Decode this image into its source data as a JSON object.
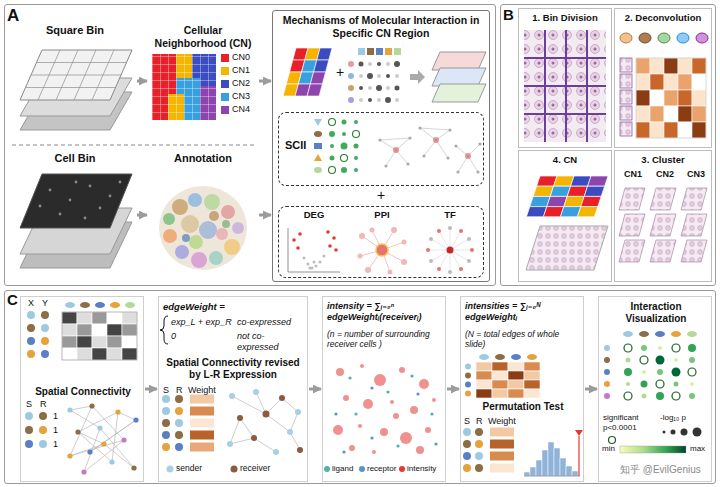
{
  "diagram": {
    "nodes": [
      {
        "text": [
          "A"
        ]
      },
      {
        "text": [
          "Square Bin"
        ],
        "in": 0
      },
      {
        "text": [
          "Cellular Neighborhood (CN)"
        ],
        "in": 0
      },
      {
        "text": [
          "Cell Bin"
        ],
        "in": 0
      },
      {
        "text": [
          "Annotation"
        ],
        "in": 0
      },
      {
        "text": [
          "Mechanisms of Molecular Interaction in Specific CN Region"
        ],
        "in": 0
      },
      {
        "text": [
          "SCII"
        ],
        "in": 5
      },
      {
        "text": [
          "DEG",
          "PPI",
          "TF"
        ],
        "in": 5
      },
      {
        "text": [
          "B"
        ]
      },
      {
        "text": [
          "1. Bin Division"
        ],
        "in": 8
      },
      {
        "text": [
          "2. Deconvolution"
        ],
        "in": 8
      },
      {
        "text": [
          "4. CN"
        ],
        "in": 8
      },
      {
        "text": [
          "3. Cluster",
          "CN1",
          "CN2",
          "CN3"
        ],
        "in": 8
      },
      {
        "text": [
          "C"
        ]
      },
      {
        "text": [
          "Spatial Connectivity"
        ],
        "in": 13
      },
      {
        "text": [
          "edgeWeight =",
          "exp_L + exp_R",
          "co-expressed",
          "0",
          "not co-expressed",
          "Spatial Connectivity revised by L-R Expression"
        ],
        "in": 13
      },
      {
        "text": [
          "intensity = ∑ᵢ₌₀ⁿ edgeWeightᵢ(receiverᵢ)",
          "(n = number of surrounding receiver cells )"
        ],
        "in": 13
      },
      {
        "text": [
          "intensities = ∑ᵢ₌₀ᴺ edgeWeightᵢ",
          "(N = total edges of whole slide)",
          "Permutation Test"
        ],
        "in": 13
      },
      {
        "text": [
          "Interaction Visualization"
        ],
        "in": 13
      }
    ],
    "edges": [
      {
        "from": 1,
        "to": 2,
        "arrow": "to"
      },
      {
        "from": 3,
        "to": 4,
        "arrow": "to"
      },
      {
        "from": 2,
        "to": 5,
        "arrow": "to"
      },
      {
        "from": 4,
        "to": 5,
        "arrow": "to"
      },
      {
        "from": 14,
        "to": 15,
        "arrow": "to"
      },
      {
        "from": 15,
        "to": 16,
        "arrow": "to"
      },
      {
        "from": 16,
        "to": 17,
        "arrow": "to"
      },
      {
        "from": 17,
        "to": 18,
        "arrow": "to"
      }
    ],
    "labels": [
      "+",
      "+",
      "X",
      "Y",
      "S",
      "R",
      "1",
      "1",
      "1",
      "S",
      "R",
      "Weight",
      "sender",
      "receiver",
      "ligand",
      "receptor",
      "intensity",
      "S",
      "R",
      "Weight",
      "significant",
      "p<0.0001",
      "-log₁₀ p",
      "min",
      "max",
      "知乎 @EvilGenius"
    ],
    "legend": [
      {
        "text": "CN0",
        "color": "#e8202a"
      },
      {
        "text": "CN1",
        "color": "#f5b400"
      },
      {
        "text": "CN2",
        "color": "#3b4cc0"
      },
      {
        "text": "CN3",
        "color": "#39a0e0"
      },
      {
        "text": "CN4",
        "color": "#8e44ad"
      }
    ]
  }
}
